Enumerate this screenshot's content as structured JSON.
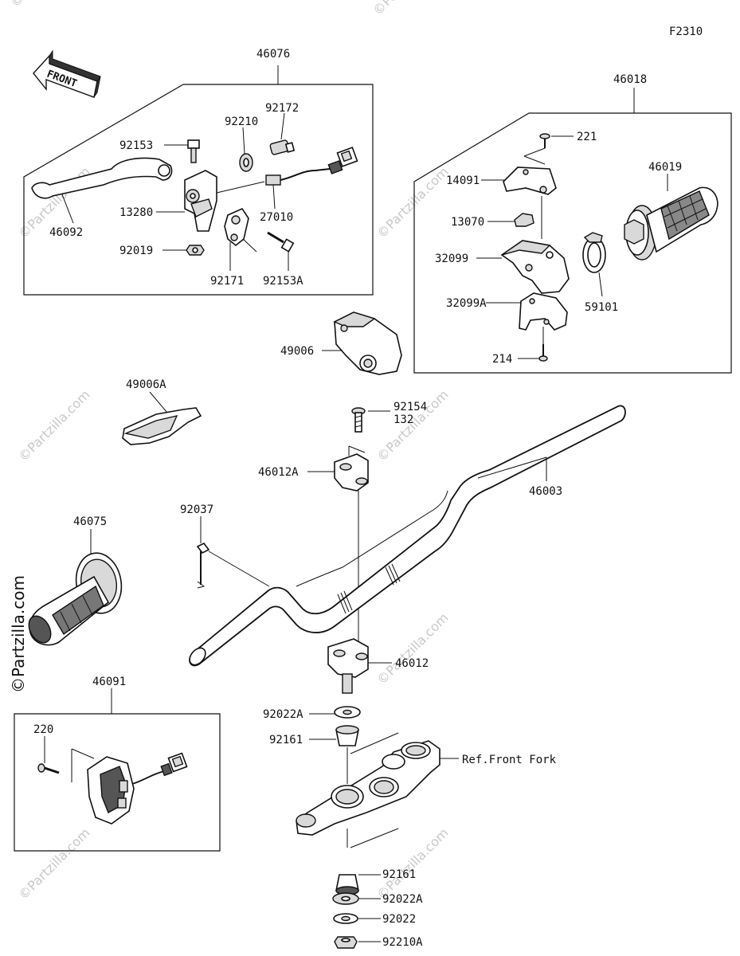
{
  "figure_code": "F2310",
  "front_arrow_text": "FRONT",
  "watermark_text": "©Partzilla.com",
  "parts": {
    "p46076": "46076",
    "p46092": "46092",
    "p92153": "92153",
    "p92210": "92210",
    "p92172": "92172",
    "p13280": "13280",
    "p27010": "27010",
    "p92019": "92019",
    "p92171": "92171",
    "p92153A": "92153A",
    "p46018": "46018",
    "p221": "221",
    "p14091": "14091",
    "p46019": "46019",
    "p13070": "13070",
    "p32099": "32099",
    "p59101": "59101",
    "p32099A": "32099A",
    "p214": "214",
    "p49006": "49006",
    "p49006A": "49006A",
    "p92154": "92154",
    "p132": "132",
    "p46012A": "46012A",
    "p46003": "46003",
    "p92037": "92037",
    "p46075": "46075",
    "p46012": "46012",
    "p46091": "46091",
    "p220": "220",
    "p92022A_top": "92022A",
    "p92161_top": "92161",
    "ref_front_fork": "Ref.Front Fork",
    "p92161_bottom": "92161",
    "p92022A_bottom": "92022A",
    "p92022": "92022",
    "p92210A": "92210A"
  }
}
